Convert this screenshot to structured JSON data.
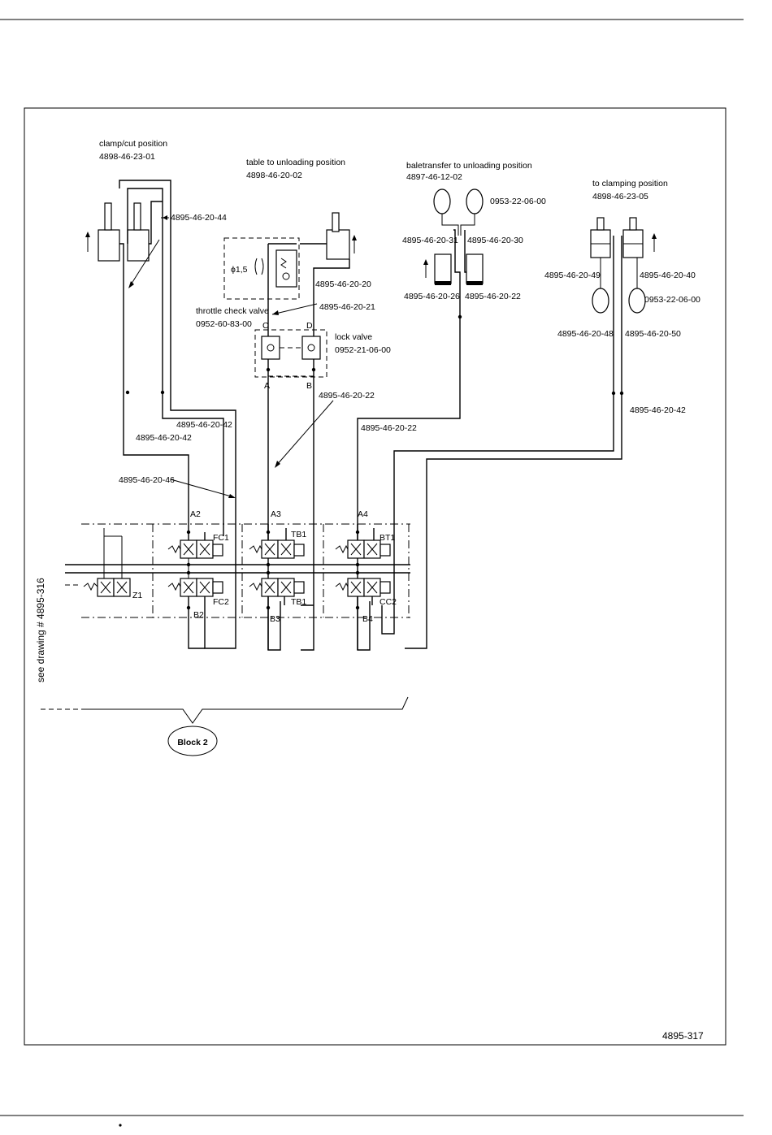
{
  "labels": {
    "clamp_title": "clamp/cut position",
    "clamp_code": "4898-46-23-01",
    "table_title": "table to unloading position",
    "table_code": "4898-46-20-02",
    "bale_title": "baletransfer to unloading position",
    "bale_code": "4897-46-12-02",
    "clamping_title": "to clamping position",
    "clamping_code": "4898-46-23-05",
    "p_44": "4895-46-20-44",
    "p_20": "4895-46-20-20",
    "p_21": "4895-46-20-21",
    "throttle": "throttle check valve",
    "throttle_code": "0952-60-83-00",
    "lock": "lock valve",
    "lock_code": "0952-21-06-00",
    "p_22a": "4895-46-20-22",
    "p_22b": "4895-46-20-22",
    "p_22c": "4895-46-20-22",
    "p_42a": "4895-46-20-42",
    "p_42b": "4895-46-20-42",
    "p_42c": "4895-46-20-42",
    "p_46": "4895-46-20-46",
    "p_31": "4895-46-20-31",
    "p_30": "4895-46-20-30",
    "p_26": "4895-46-20-26",
    "acc_a": "0953-22-06-00",
    "acc_b": "0953-22-06-00",
    "p_49": "4895-46-20-49",
    "p_40": "4895-46-20-40",
    "p_48": "4895-46-20-48",
    "p_50": "4895-46-20-50",
    "phi": "ϕ1,5",
    "port_c": "C",
    "port_d": "D",
    "port_a": "A",
    "port_b": "B",
    "a2": "A2",
    "a3": "A3",
    "a4": "A4",
    "b2": "B2",
    "b3": "B3",
    "b4": "B4",
    "fc1": "FC1",
    "tb1a": "TB1",
    "bt1": "BT1",
    "fc2": "FC2",
    "tb1b": "TB1",
    "cc2": "CC2",
    "z1": "Z1",
    "block": "Block 2",
    "see_drawing": "see drawing # 4895-316",
    "drawing_no": "4895-317"
  }
}
